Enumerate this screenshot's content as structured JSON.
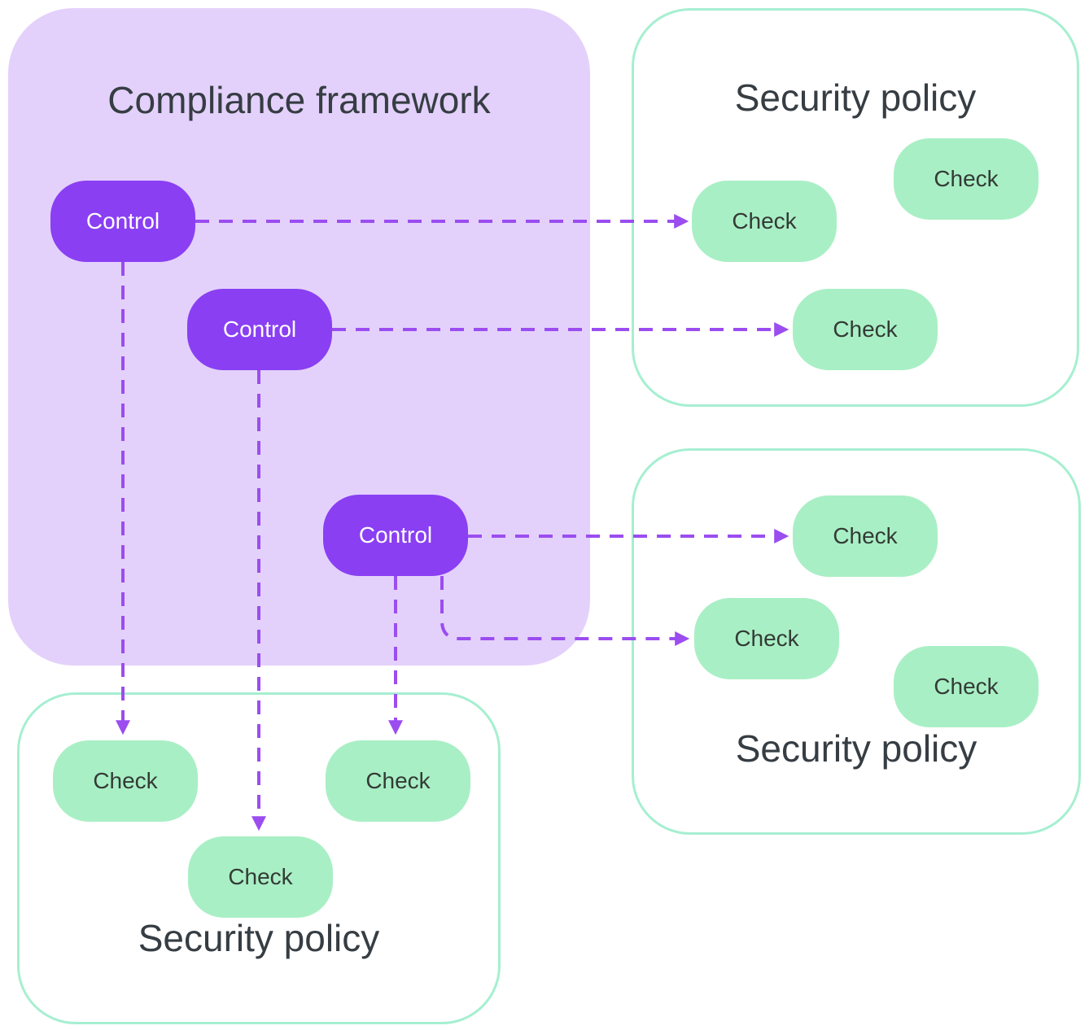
{
  "framework": {
    "title": "Compliance framework",
    "controls": [
      {
        "label": "Control"
      },
      {
        "label": "Control"
      },
      {
        "label": "Control"
      }
    ]
  },
  "policies": [
    {
      "position": "top-right",
      "title": "Security policy",
      "checks": [
        {
          "label": "Check"
        },
        {
          "label": "Check"
        },
        {
          "label": "Check"
        }
      ]
    },
    {
      "position": "middle-right",
      "title": "Security policy",
      "checks": [
        {
          "label": "Check"
        },
        {
          "label": "Check"
        },
        {
          "label": "Check"
        }
      ]
    },
    {
      "position": "bottom-left",
      "title": "Security policy",
      "checks": [
        {
          "label": "Check"
        },
        {
          "label": "Check"
        },
        {
          "label": "Check"
        }
      ]
    }
  ],
  "colors": {
    "page_bg": "#FFFFFF",
    "framework_bg": "#E3D1FB",
    "node_purple": "#8A3FF3",
    "edge_purple": "#9B4DF0",
    "node_green": "#A9EFC5",
    "policy_border": "#A6EFD1",
    "policy_bg": "#FFFFFF",
    "title_text": "#363D43",
    "check_text": "#333B36",
    "control_text": "#FFFFFF"
  }
}
